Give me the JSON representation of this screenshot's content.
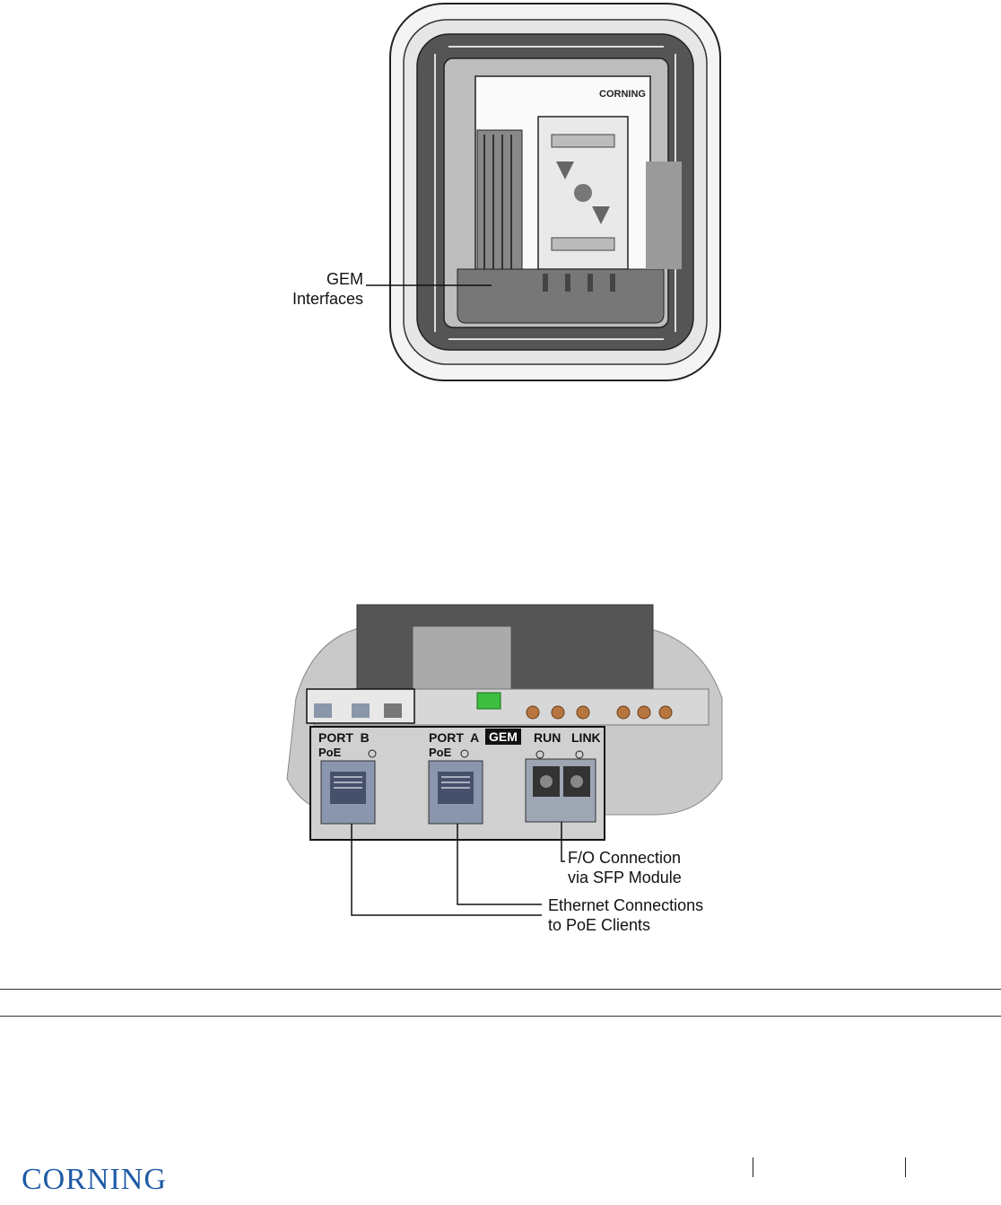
{
  "figure1": {
    "brand_mark": "CORNING",
    "callout": {
      "line1": "GEM",
      "line2": "Interfaces"
    }
  },
  "figure2": {
    "port_b_label": "PORT  B",
    "port_b_sub": "PoE",
    "port_a_label": "PORT  A",
    "port_a_sub": "PoE",
    "gem_badge": "GEM",
    "run_label": "RUN",
    "link_label": "LINK",
    "callout_fo": {
      "line1": "F/O Connection",
      "line2": "via SFP Module"
    },
    "callout_eth": {
      "line1": "Ethernet Connections",
      "line2": "to PoE Clients"
    },
    "colors": {
      "led_green": "#3fbf3f",
      "gem_badge_bg": "#111111"
    }
  },
  "footer": {
    "logo": "CORNING",
    "logo_color": "#1f5aa6"
  }
}
